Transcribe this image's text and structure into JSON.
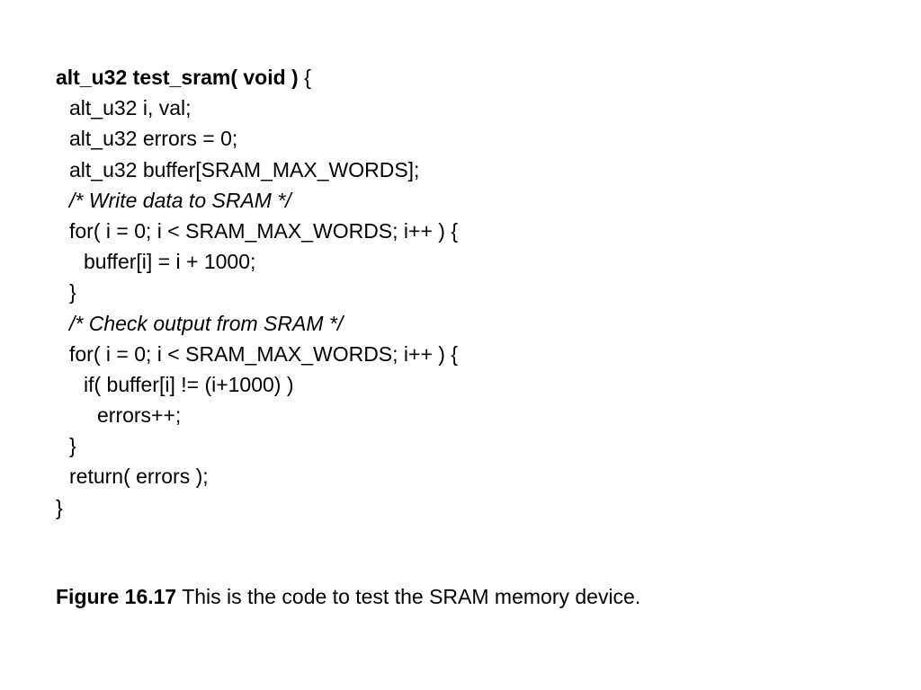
{
  "code": {
    "signature_bold": "alt_u32 test_sram( void )",
    "signature_brace": " {",
    "lines": [
      "alt_u32 i, val;",
      "alt_u32 errors = 0;",
      "alt_u32 buffer[SRAM_MAX_WORDS];",
      "/* Write data to SRAM */",
      "for( i = 0; i < SRAM_MAX_WORDS; i++ ) {",
      "buffer[i] = i + 1000;",
      "}",
      "/* Check output from SRAM */",
      "for( i = 0; i < SRAM_MAX_WORDS; i++ ) {",
      "if( buffer[i] != (i+1000) )",
      "errors++;",
      "}",
      "return( errors );",
      "}"
    ]
  },
  "caption": {
    "label": "Figure 16.17",
    "text": " This is the code to test the SRAM memory device."
  }
}
